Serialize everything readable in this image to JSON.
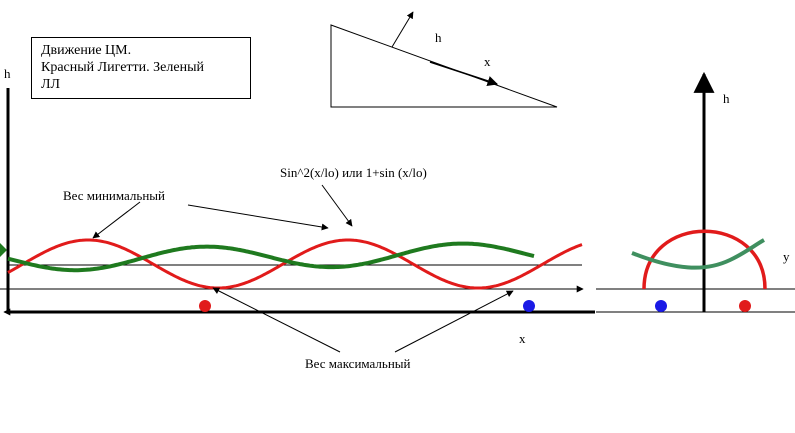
{
  "legend": {
    "line1": "Движение ЦМ.",
    "line2": "Красный Лигетти. Зеленый",
    "line3": "ЛЛ"
  },
  "labels": {
    "h_left": "h",
    "x_bottom": "x",
    "h_incline": "h",
    "x_incline": "x",
    "h_right": "h",
    "y_right": "y",
    "formula": "Sin^2(x/lo) или 1+sin (x/lo)",
    "weight_min": "Вес минимальный",
    "weight_max": "Вес максимальный"
  },
  "colors": {
    "red_curve": "#e11b1b",
    "green_curve": "#1f7a1f",
    "green_arc": "#3f8f5f",
    "blue_dot": "#1a1ae6",
    "red_dot": "#e11b1b",
    "axis": "#000000"
  }
}
